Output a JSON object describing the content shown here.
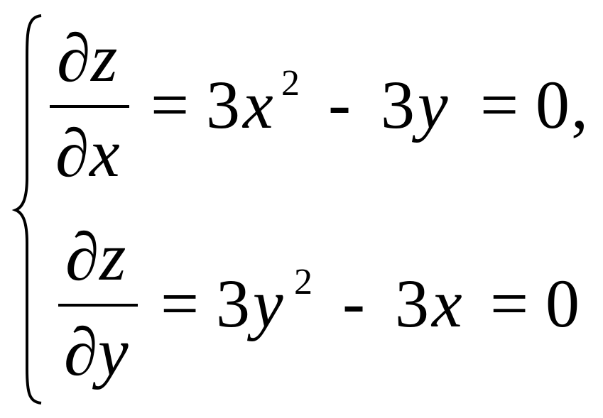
{
  "equations": [
    {
      "numerator": {
        "partial": "∂",
        "var": "z"
      },
      "denominator": {
        "partial": "∂",
        "var": "x"
      },
      "eq1": "=",
      "coef1": "3",
      "var1": "x",
      "exp1": "2",
      "minus": "-",
      "coef2": "3",
      "var2": "y",
      "eq2": "=",
      "rhs": "0",
      "punct": ","
    },
    {
      "numerator": {
        "partial": "∂",
        "var": "z"
      },
      "denominator": {
        "partial": "∂",
        "var": "y"
      },
      "eq1": "=",
      "coef1": "3",
      "var1": "y",
      "exp1": "2",
      "minus": "-",
      "coef2": "3",
      "var2": "x",
      "eq2": "=",
      "rhs": "0",
      "punct": ""
    }
  ]
}
